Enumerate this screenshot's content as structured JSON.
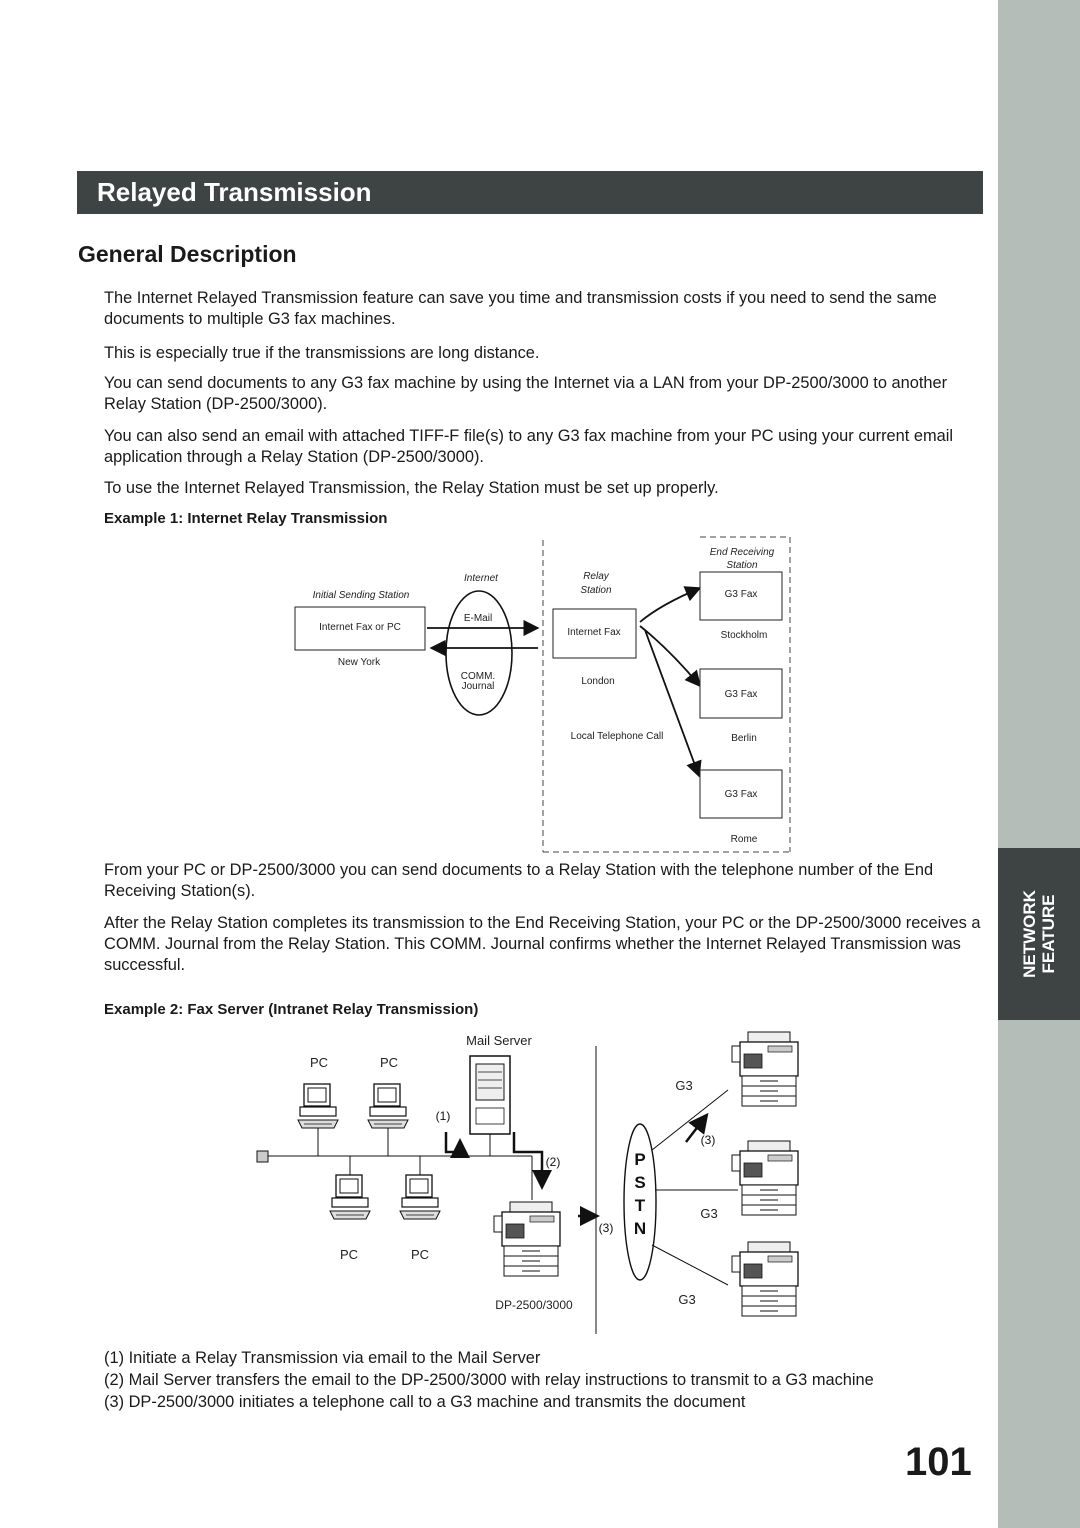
{
  "section": {
    "title": "Relayed Transmission",
    "tab_line1": "NETWORK",
    "tab_line2": "FEATURE"
  },
  "heading": "General Description",
  "paragraphs": [
    "The Internet Relayed Transmission feature can save you time and transmission costs if you need to send the same documents to multiple G3 fax machines.",
    "This is especially true if the transmissions are long distance.",
    "You can send documents to any G3 fax machine by using the Internet via a LAN from your DP-2500/3000 to another Relay Station (DP-2500/3000).",
    "You can also send an email with attached TIFF-F file(s) to any G3 fax machine from your PC using your current email application through a Relay Station (DP-2500/3000).",
    "To use the Internet Relayed Transmission, the Relay Station must be set up properly."
  ],
  "example1": {
    "title": "Example 1: Internet Relay Transmission",
    "initial_station": "Initial Sending Station",
    "sender_box": "Internet Fax or PC",
    "sender_city": "New York",
    "internet": "Internet",
    "email": "E-Mail",
    "comm1": "COMM.",
    "comm2": "Journal",
    "relay1": "Relay",
    "relay2": "Station",
    "relay_box": "Internet Fax",
    "relay_city": "London",
    "local_call": "Local Telephone Call",
    "end1": "End Receiving",
    "end2": "Station",
    "fax1": "G3 Fax",
    "city1": "Stockholm",
    "fax2": "G3 Fax",
    "city2": "Berlin",
    "fax3": "G3 Fax",
    "city3": "Rome"
  },
  "middle_paragraphs": [
    "From your PC or DP-2500/3000 you can send documents to a Relay Station with the telephone number of the End Receiving Station(s).",
    "After the Relay Station completes its transmission to the End Receiving Station, your PC or the DP-2500/3000 receives a COMM. Journal from the Relay Station. This COMM. Journal confirms whether the Internet Relayed Transmission was successful."
  ],
  "example2": {
    "title": "Example 2: Fax Server (Intranet Relay Transmission)",
    "mail_server": "Mail Server",
    "pc_top_left": "PC",
    "pc_top_right": "PC",
    "pc_bottom_left": "PC",
    "pc_bottom_right": "PC",
    "step1": "(1)",
    "step2": "(2)",
    "step3a": "(3)",
    "step3b": "(3)",
    "pstn_p": "P",
    "pstn_s": "S",
    "pstn_t": "T",
    "pstn_n": "N",
    "g3_top": "G3",
    "g3_mid": "G3",
    "g3_bottom": "G3",
    "device": "DP-2500/3000"
  },
  "notes": [
    "(1) Initiate a Relay Transmission via email to the Mail Server",
    "(2) Mail Server transfers the email to the DP-2500/3000 with relay instructions to transmit to a G3 machine",
    "(3) DP-2500/3000 initiates a telephone call to a G3 machine and transmits the document"
  ],
  "page_number": "101",
  "colors": {
    "header": "#3d4443",
    "sidebar": "#b4bdb8"
  }
}
